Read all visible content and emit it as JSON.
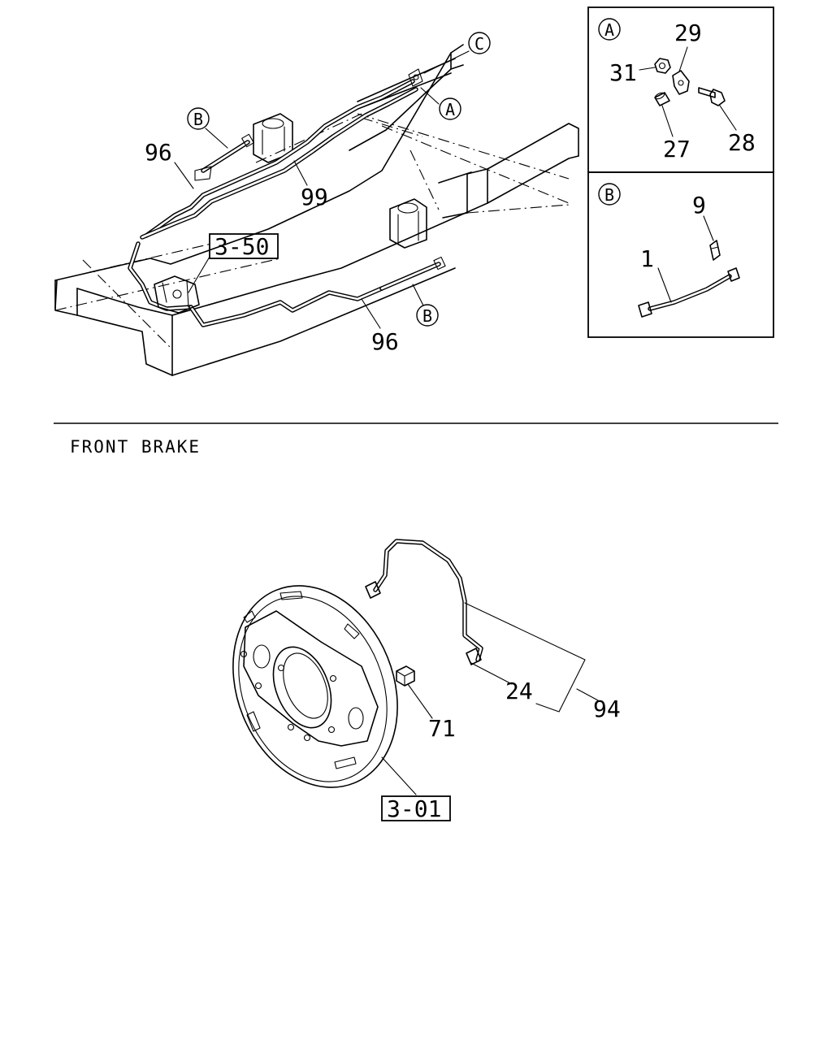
{
  "section_title": "FRONT BRAKE",
  "callouts": {
    "top_96_left": "96",
    "top_99": "99",
    "top_ref_3_50": "3-50",
    "top_96_bottom": "96",
    "inset_a_29": "29",
    "inset_a_31": "31",
    "inset_a_27": "27",
    "inset_a_28": "28",
    "inset_b_9": "9",
    "inset_b_1": "1",
    "bottom_24": "24",
    "bottom_94": "94",
    "bottom_71": "71",
    "bottom_ref_3_01": "3-01"
  },
  "circle_markers": {
    "c_top": "C",
    "a_top": "A",
    "b_top_left": "B",
    "b_top_bottom": "B",
    "inset_a_header": "A",
    "inset_b_header": "B"
  }
}
